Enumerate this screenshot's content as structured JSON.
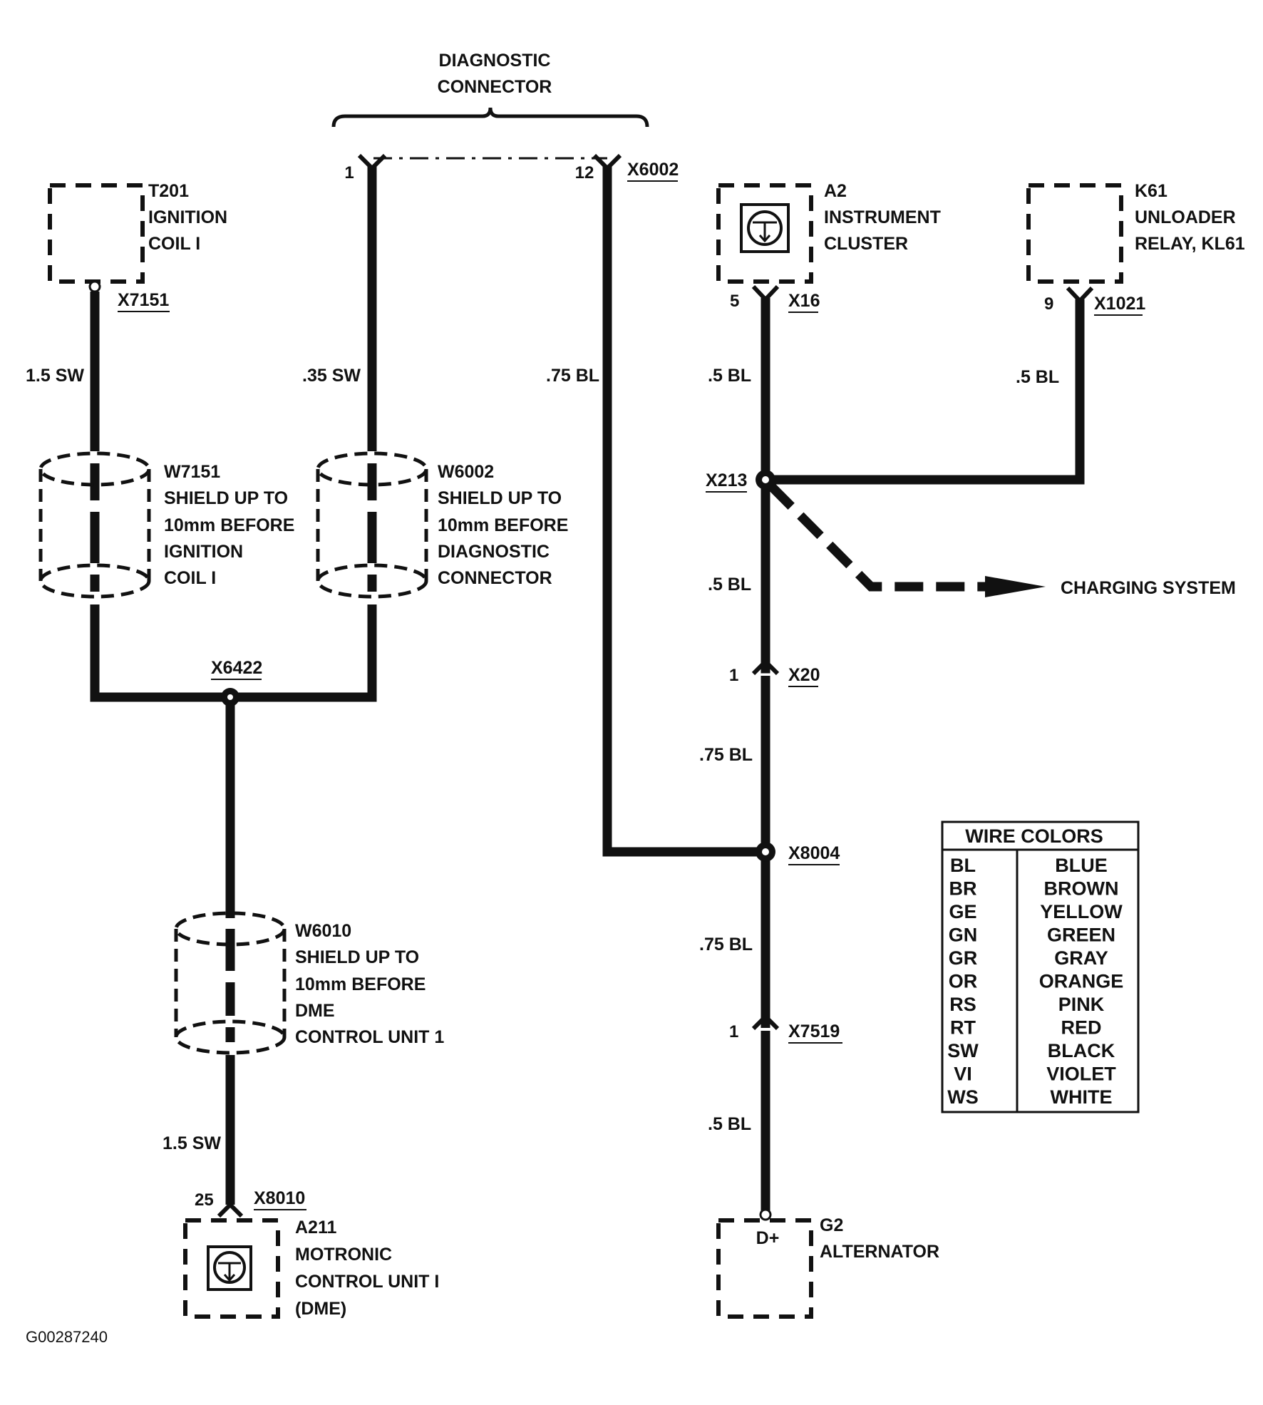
{
  "diagram_id": "G00287240",
  "colors": {
    "ink": "#111111",
    "background": "#ffffff"
  },
  "diagnostic_connector": {
    "title_line1": "DIAGNOSTIC",
    "title_line2": "CONNECTOR",
    "pin_left": "1",
    "pin_right": "12",
    "connector_id": "X6002"
  },
  "components": {
    "t201": {
      "lines": [
        "T201",
        "IGNITION",
        "COIL I"
      ],
      "connector": "X7151"
    },
    "a2": {
      "lines": [
        "A2",
        "INSTRUMENT",
        "CLUSTER"
      ],
      "connector": "X16",
      "pin": "5",
      "icon": "gauge-icon"
    },
    "k61": {
      "lines": [
        "K61",
        "UNLOADER",
        "RELAY, KL61"
      ],
      "connector": "X1021",
      "pin": "9"
    },
    "a211": {
      "lines": [
        "A211",
        "MOTRONIC",
        "CONTROL UNIT I",
        "(DME)"
      ],
      "connector": "X8010",
      "pin": "25",
      "icon": "gauge-icon"
    },
    "g2": {
      "lines": [
        "G2",
        "ALTERNATOR"
      ],
      "terminal": "D+"
    }
  },
  "shields": {
    "w7151": [
      "W7151",
      "SHIELD UP TO",
      "10mm BEFORE",
      "IGNITION",
      "COIL I"
    ],
    "w6002": [
      "W6002",
      "SHIELD UP TO",
      "10mm BEFORE",
      "DIAGNOSTIC",
      "CONNECTOR"
    ],
    "w6010": [
      "W6010",
      "SHIELD UP TO",
      "10mm BEFORE",
      "DME",
      "CONTROL UNIT 1"
    ]
  },
  "wires": {
    "t201_wire": "1.5 SW",
    "diag_pin1_wire": ".35 SW",
    "diag_pin12_wire": ".75 BL",
    "a2_wire": ".5 BL",
    "k61_wire": ".5 BL",
    "x213_down_wire": ".5 BL",
    "x20_down_wire": ".75 BL",
    "x8004_down_wire": ".75 BL",
    "x7519_down_wire": ".5 BL",
    "dme_wire": "1.5 SW"
  },
  "splices": {
    "x6422": "X6422",
    "x213": "X213",
    "x8004": "X8004"
  },
  "inline_connectors": {
    "x20": {
      "id": "X20",
      "pin": "1"
    },
    "x7519": {
      "id": "X7519",
      "pin": "1"
    }
  },
  "charging_system": "CHARGING SYSTEM",
  "legend": {
    "title": "WIRE COLORS",
    "rows": [
      {
        "code": "BL",
        "name": "BLUE"
      },
      {
        "code": "BR",
        "name": "BROWN"
      },
      {
        "code": "GE",
        "name": "YELLOW"
      },
      {
        "code": "GN",
        "name": "GREEN"
      },
      {
        "code": "GR",
        "name": "GRAY"
      },
      {
        "code": "OR",
        "name": "ORANGE"
      },
      {
        "code": "RS",
        "name": "PINK"
      },
      {
        "code": "RT",
        "name": "RED"
      },
      {
        "code": "SW",
        "name": "BLACK"
      },
      {
        "code": "VI",
        "name": "VIOLET"
      },
      {
        "code": "WS",
        "name": "WHITE"
      }
    ]
  }
}
